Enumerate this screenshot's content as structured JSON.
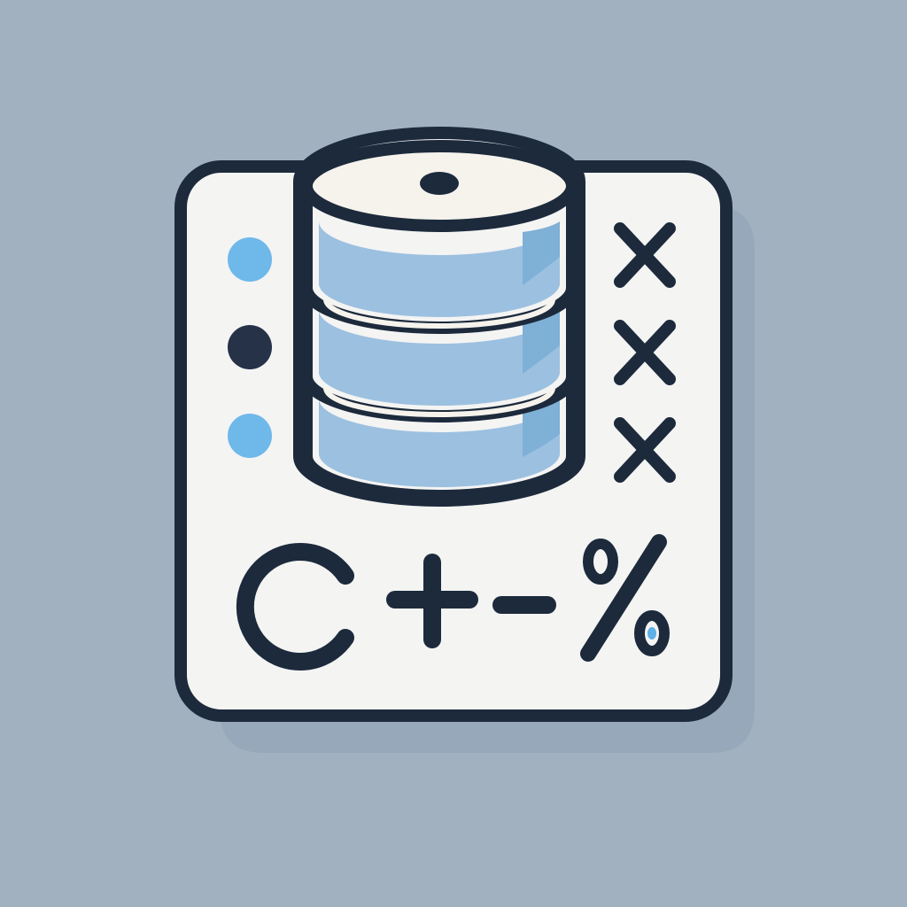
{
  "colors": {
    "background": "#a1b1bf",
    "card": "#f4f4f3",
    "outline": "#1c2a3c",
    "shadow": "#8a9bb0",
    "cylinder_body": "#9cc0e0",
    "cylinder_shade": "#7fb0d6",
    "cylinder_top": "#f6f3ec",
    "dot_light": "#6fb8ea",
    "dot_dark": "#253248"
  },
  "icon": {
    "name": "database-calculator-icon",
    "left_dots": [
      {
        "name": "dot-light-icon",
        "tone": "dot_light"
      },
      {
        "name": "dot-dark-icon",
        "tone": "dot_dark"
      },
      {
        "name": "dot-light-icon",
        "tone": "dot_light"
      }
    ],
    "right_marks": [
      "close-icon",
      "close-icon",
      "close-icon"
    ],
    "operator_symbols": [
      "C",
      "+",
      "−",
      "%"
    ]
  }
}
